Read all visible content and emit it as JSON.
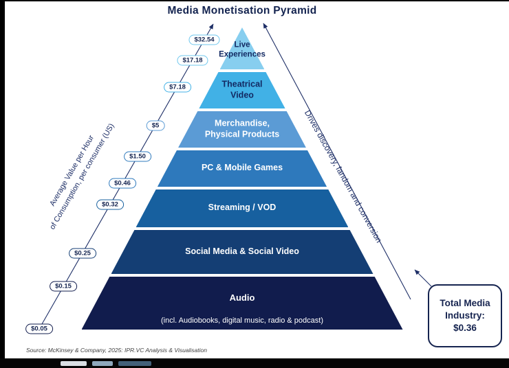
{
  "title": "Media Monetisation Pyramid",
  "axis_label": "Average Value per Hour\nof Consumption, per consumer (US)",
  "right_label": "Drives discovery, fandom and conversion",
  "tiers": [
    {
      "label": "Live\nExperiences",
      "color": "#87ceef",
      "text_color": "#132a63"
    },
    {
      "label": "Theatrical\nVideo",
      "color": "#41b1e6",
      "text_color": "#132a63"
    },
    {
      "label": "Merchandise,\nPhysical Products",
      "color": "#5b9bd5",
      "text_color": "#ffffff"
    },
    {
      "label": "PC & Mobile Games",
      "color": "#2e79bc",
      "text_color": "#ffffff"
    },
    {
      "label": "Streaming / VOD",
      "color": "#17609f",
      "text_color": "#ffffff"
    },
    {
      "label": "Social Media & Social Video",
      "color": "#143e74",
      "text_color": "#ffffff"
    },
    {
      "label": "Audio",
      "sublabel": "(incl. Audiobooks, digital music, radio & podcast)",
      "color": "#111c4d",
      "text_color": "#ffffff"
    }
  ],
  "values": [
    {
      "value": "$32.54",
      "border": "#6fc7ee"
    },
    {
      "value": "$17.18",
      "border": "#6fc7ee"
    },
    {
      "value": "$7.18",
      "border": "#41b1e6"
    },
    {
      "value": "$5",
      "border": "#5b9bd5"
    },
    {
      "value": "$1.50",
      "border": "#2e79bc"
    },
    {
      "value": "$0.46",
      "border": "#2e79bc"
    },
    {
      "value": "$0.32",
      "border": "#17609f"
    },
    {
      "value": "$0.25",
      "border": "#143e74"
    },
    {
      "value": "$0.15",
      "border": "#111c4d"
    },
    {
      "value": "$0.05",
      "border": "#111c4d"
    }
  ],
  "total_box": {
    "text": "Total Media\nIndustry:\n$0.36"
  },
  "source": "Source: McKinsey & Company, 2025: IPR.VC Analysis & Visualisation",
  "line_color": "#1d2e66"
}
